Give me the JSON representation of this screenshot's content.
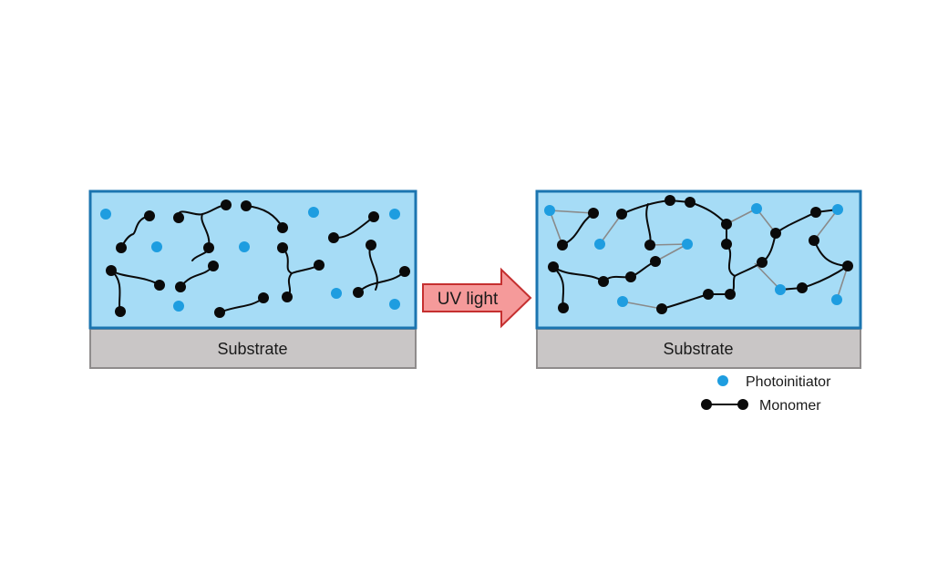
{
  "colors": {
    "film_fill": "#a6dcf6",
    "film_border": "#1b75b0",
    "substrate_fill": "#c9c6c6",
    "substrate_border": "#8f8c8c",
    "monomer": "#0a0a0a",
    "photoinitiator": "#1e9de0",
    "crosslink": "#8a8a8a",
    "arrow_fill": "#f59a9a",
    "arrow_border": "#c53030"
  },
  "panels": {
    "before": {
      "substrate_label": "Substrate"
    },
    "after": {
      "substrate_label": "Substrate"
    }
  },
  "arrow": {
    "label": "UV light",
    "icon": "right-arrow"
  },
  "legend": {
    "photoinitiator_label": "Photoinitiator",
    "monomer_label": "Monomer"
  }
}
